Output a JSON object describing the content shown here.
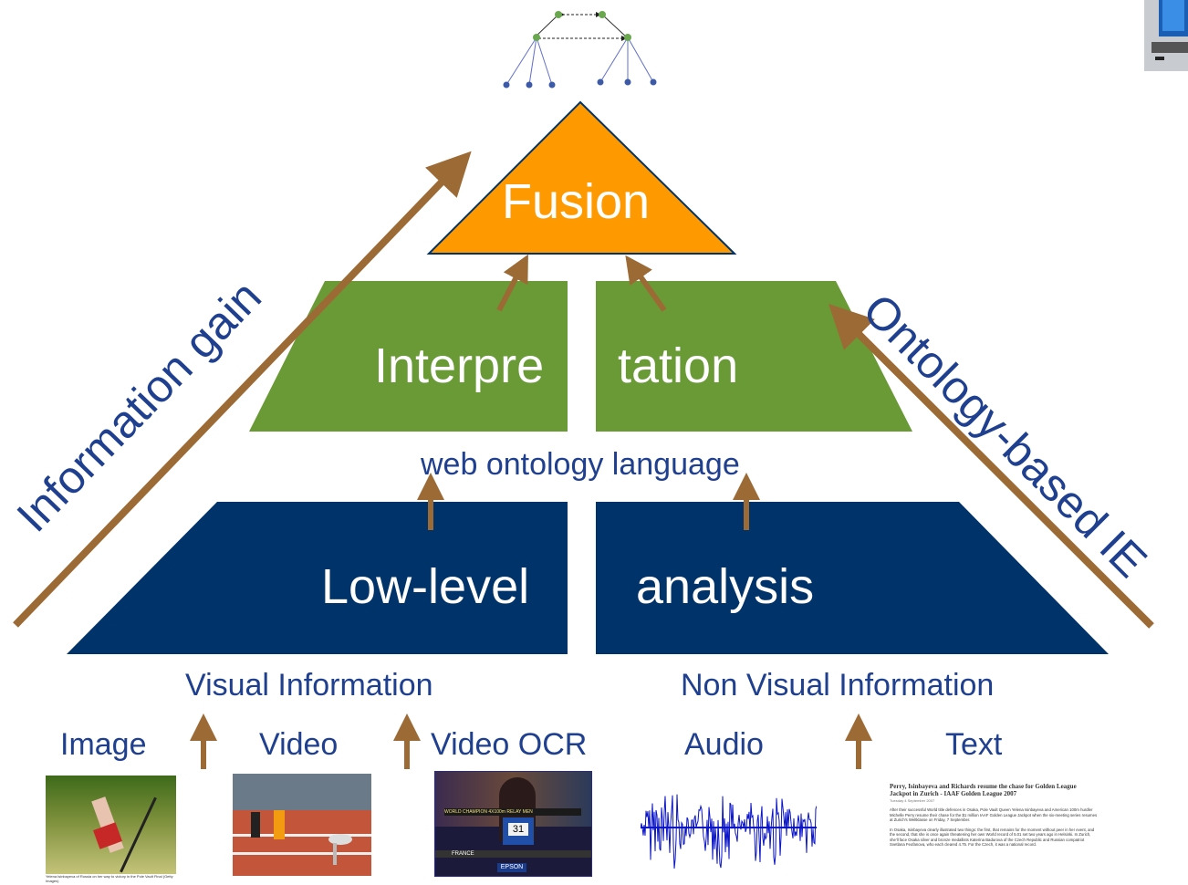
{
  "pyramid": {
    "top": {
      "label": "Fusion",
      "color": "#ff9900"
    },
    "middle": {
      "left_label": "Interpre",
      "right_label": "tation",
      "color": "#6a9a36"
    },
    "bottom": {
      "left_label": "Low-level",
      "right_label": "analysis",
      "color": "#00336a"
    },
    "connector_label": "web ontology language"
  },
  "side_arrows": {
    "left": "Information gain",
    "right": "Ontology-based IE",
    "color": "#9c6a35"
  },
  "info_groups": {
    "visual": "Visual Information",
    "non_visual": "Non Visual Information"
  },
  "sources": {
    "image": "Image",
    "video": "Video",
    "video_ocr": "Video OCR",
    "audio": "Audio",
    "text": "Text"
  },
  "thumbnails": {
    "image_caption": "Yelena Isinbayeva of Russia on her way to victory in the Pole Vault Final (Getty Images)",
    "ocr_overlay": "WORLD CHAMPION 4X100m RELAY MEN",
    "ocr_country": "FRANCE",
    "ocr_sponsor": "EPSON",
    "ocr_bib": "31",
    "text_headline": "Perry, Isinbayeva and Richards resume the chase for Golden League Jackpot in Zurich - IAAF Golden League 2007",
    "text_date": "Tuesday 4 September 2007",
    "text_para1": "After their successful World title defences in Osaka, Pole Vault Queen Yelena Isinbayeva and American 100m hurdler Michelle Perry resume their chase for the $1 million IAAF Golden League Jackpot when the six-meeting series resumes at Zurich's Weltklasse on Friday, 7 September.",
    "text_para2": "In Osaka, Isinbayeva clearly illustrated two things: the first, that remains for the moment without peer in her event, and the second, that she is once again threatening her own World record of 5.01 set two years ago in Helsinki. In Zurich, she'll face Osaka silver and bronze medallists Katerina Badurova of the Czech Republic and Russian compatriot Svetlana Feofanova, who each cleared 4.75. For the Czech, it was a national record."
  }
}
